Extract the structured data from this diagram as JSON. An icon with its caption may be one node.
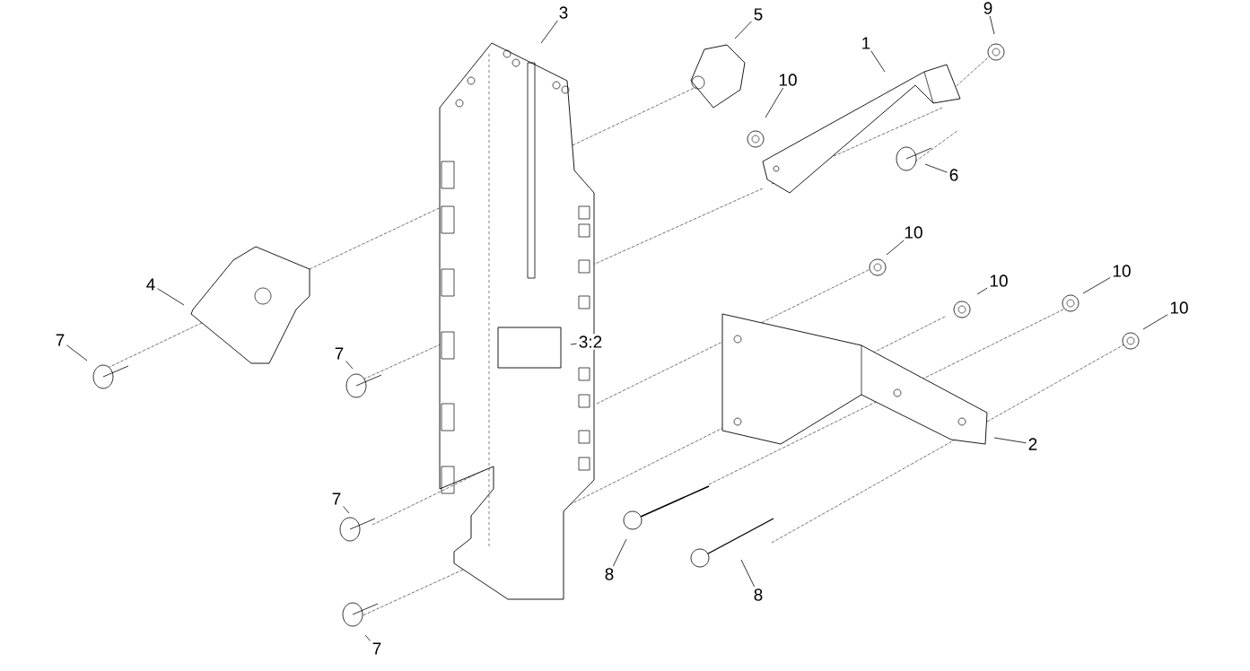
{
  "diagram": {
    "nodes": [
      {
        "text": [
          "3"
        ]
      },
      {
        "text": [
          "5"
        ]
      },
      {
        "text": [
          "9"
        ]
      },
      {
        "text": [
          "1"
        ]
      },
      {
        "text": [
          "10"
        ]
      },
      {
        "text": [
          "6"
        ]
      },
      {
        "text": [
          "10"
        ]
      },
      {
        "text": [
          "10"
        ]
      },
      {
        "text": [
          "10"
        ]
      },
      {
        "text": [
          "10"
        ]
      },
      {
        "text": [
          "4"
        ]
      },
      {
        "text": [
          "7"
        ]
      },
      {
        "text": [
          "7"
        ]
      },
      {
        "text": [
          "3:2"
        ]
      },
      {
        "text": [
          "2"
        ]
      },
      {
        "text": [
          "7"
        ]
      },
      {
        "text": [
          "8"
        ]
      },
      {
        "text": [
          "8"
        ]
      },
      {
        "text": [
          "7"
        ]
      }
    ],
    "edges": [
      {
        "from": 0,
        "to": null,
        "arrow": "none"
      },
      {
        "from": 1,
        "to": null,
        "arrow": "none"
      },
      {
        "from": 2,
        "to": null,
        "arrow": "none"
      },
      {
        "from": 3,
        "to": null,
        "arrow": "none"
      },
      {
        "from": 4,
        "to": null,
        "arrow": "none"
      },
      {
        "from": 5,
        "to": null,
        "arrow": "none"
      },
      {
        "from": 6,
        "to": null,
        "arrow": "none"
      },
      {
        "from": 7,
        "to": null,
        "arrow": "none"
      },
      {
        "from": 8,
        "to": null,
        "arrow": "none"
      },
      {
        "from": 9,
        "to": null,
        "arrow": "none"
      },
      {
        "from": 10,
        "to": null,
        "arrow": "none"
      },
      {
        "from": 11,
        "to": null,
        "arrow": "none"
      },
      {
        "from": 12,
        "to": null,
        "arrow": "none"
      },
      {
        "from": 13,
        "to": null,
        "arrow": "none"
      },
      {
        "from": 14,
        "to": null,
        "arrow": "none"
      },
      {
        "from": 15,
        "to": null,
        "arrow": "none"
      },
      {
        "from": 16,
        "to": null,
        "arrow": "none"
      },
      {
        "from": 17,
        "to": null,
        "arrow": "none"
      },
      {
        "from": 18,
        "to": null,
        "arrow": "none"
      }
    ]
  }
}
